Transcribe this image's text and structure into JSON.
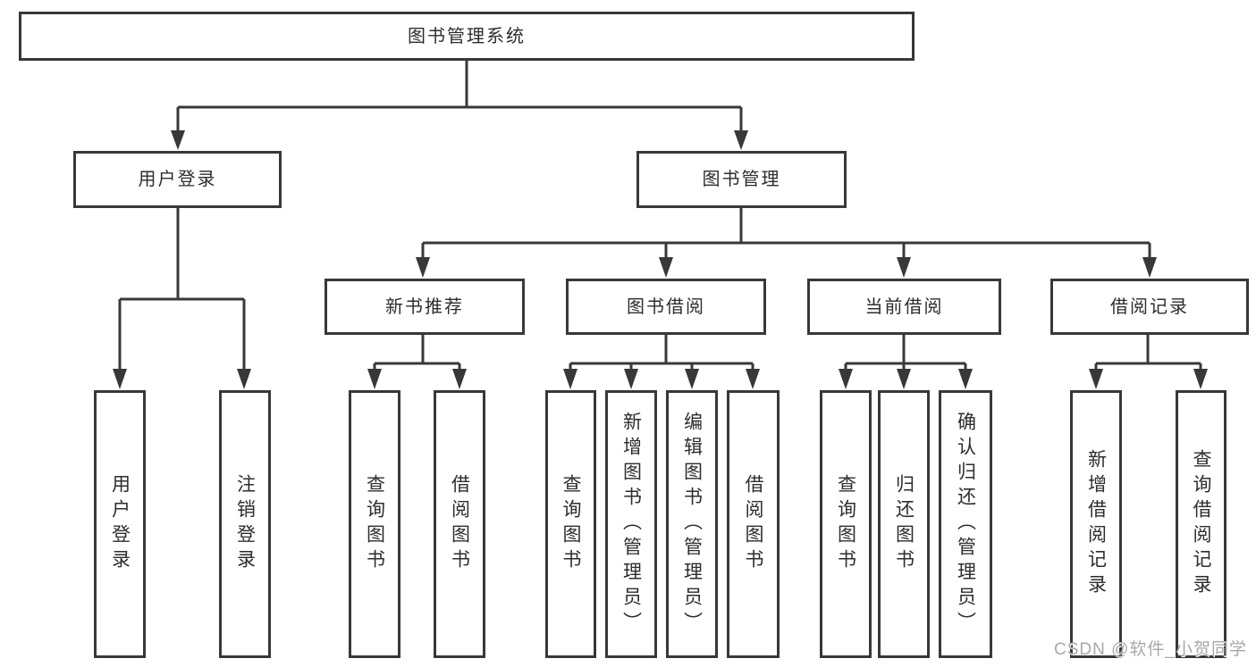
{
  "nodes": {
    "root": "图书管理系统",
    "user_login": "用户登录",
    "book_mgmt": "图书管理",
    "new_book_rec": "新书推荐",
    "book_borrow": "图书借阅",
    "current_borrow": "当前借阅",
    "borrow_record": "借阅记录",
    "leaf_user_login": "用户登录",
    "leaf_logout": "注销登录",
    "leaf_query_book_rec": "查询图书",
    "leaf_borrow_book_rec": "借阅图书",
    "leaf_query_book_borrow": "查询图书",
    "leaf_add_book": "新增图书（管理员）",
    "leaf_edit_book": "编辑图书（管理员）",
    "leaf_borrow_book_borrow": "借阅图书",
    "leaf_query_book_current": "查询图书",
    "leaf_return_book": "归还图书",
    "leaf_confirm_return": "确认归还（管理员）",
    "leaf_add_record": "新增借阅记录",
    "leaf_query_record": "查询借阅记录"
  },
  "hierarchy": {
    "图书管理系统": {
      "用户登录": [
        "用户登录",
        "注销登录"
      ],
      "图书管理": {
        "新书推荐": [
          "查询图书",
          "借阅图书"
        ],
        "图书借阅": [
          "查询图书",
          "新增图书（管理员）",
          "编辑图书（管理员）",
          "借阅图书"
        ],
        "当前借阅": [
          "查询图书",
          "归还图书",
          "确认归还（管理员）"
        ],
        "借阅记录": [
          "新增借阅记录",
          "查询借阅记录"
        ]
      }
    }
  },
  "watermark": {
    "text": "CSDN @软件_小贺同学"
  },
  "colors": {
    "line": "#383838",
    "text": "#2d2d2d",
    "watermark": "#a8a8a8",
    "background": "#ffffff"
  }
}
